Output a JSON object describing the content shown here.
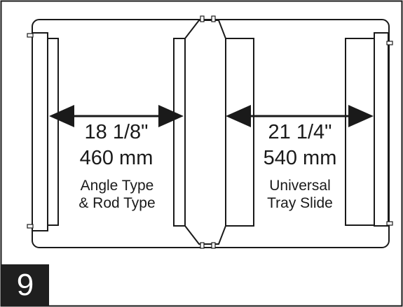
{
  "step_number": "9",
  "left_dimension": {
    "imperial": "18 1/8\"",
    "metric": "460 mm",
    "type_line1": "Angle Type",
    "type_line2": "& Rod Type"
  },
  "right_dimension": {
    "imperial": "21 1/4\"",
    "metric": "540 mm",
    "type_line1": "Universal",
    "type_line2": "Tray Slide"
  },
  "colors": {
    "line": "#1a1a1a",
    "badge": "#1f1f1f",
    "background": "#ffffff"
  }
}
